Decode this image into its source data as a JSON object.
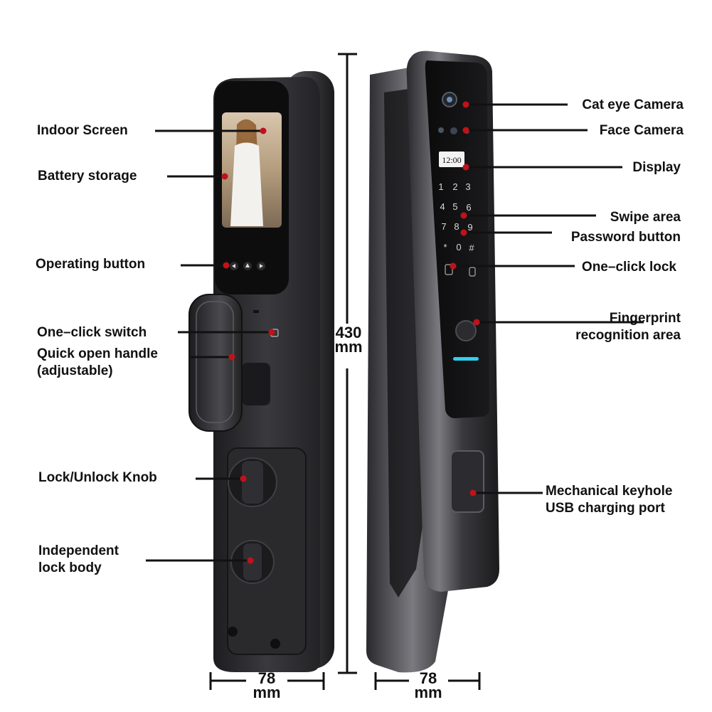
{
  "callouts_left": [
    {
      "id": "indoor-screen",
      "lines": [
        "Indoor Screen"
      ]
    },
    {
      "id": "battery-storage",
      "lines": [
        "Battery storage"
      ]
    },
    {
      "id": "operating-button",
      "lines": [
        "Operating button"
      ]
    },
    {
      "id": "one-click-switch",
      "lines": [
        "One–click switch"
      ]
    },
    {
      "id": "quick-open-handle",
      "lines": [
        "Quick open handle",
        "(adjustable)"
      ]
    },
    {
      "id": "lock-unlock-knob",
      "lines": [
        "Lock/Unlock Knob"
      ]
    },
    {
      "id": "independent-lock-body",
      "lines": [
        "Independent",
        "lock body"
      ]
    }
  ],
  "callouts_right": [
    {
      "id": "cat-eye-camera",
      "lines": [
        "Cat eye Camera"
      ]
    },
    {
      "id": "face-camera",
      "lines": [
        "Face Camera"
      ]
    },
    {
      "id": "display",
      "lines": [
        "Display"
      ]
    },
    {
      "id": "swipe-area",
      "lines": [
        "Swipe area"
      ]
    },
    {
      "id": "password-button",
      "lines": [
        "Password button"
      ]
    },
    {
      "id": "one-click-lock",
      "lines": [
        "One–click lock"
      ]
    },
    {
      "id": "fingerprint-area",
      "lines": [
        "Fingerprint",
        "recognition area"
      ]
    },
    {
      "id": "mech-keyhole",
      "lines": [
        "Mechanical keyhole",
        "USB charging port"
      ]
    }
  ],
  "dimensions": {
    "height": {
      "value": "430",
      "unit": "mm"
    },
    "width_left": {
      "value": "78",
      "unit": "mm"
    },
    "width_right": {
      "value": "78",
      "unit": "mm"
    }
  },
  "screen_time": "12:00",
  "keypad": [
    "1",
    "2",
    "3",
    "4",
    "5",
    "6",
    "7",
    "8",
    "9",
    "*",
    "0",
    "#"
  ],
  "colors": {
    "callout_dot": "#c0121b",
    "leader": "#111111",
    "body_dark": "#2e2e31",
    "indicator": "#2fd0f0"
  }
}
